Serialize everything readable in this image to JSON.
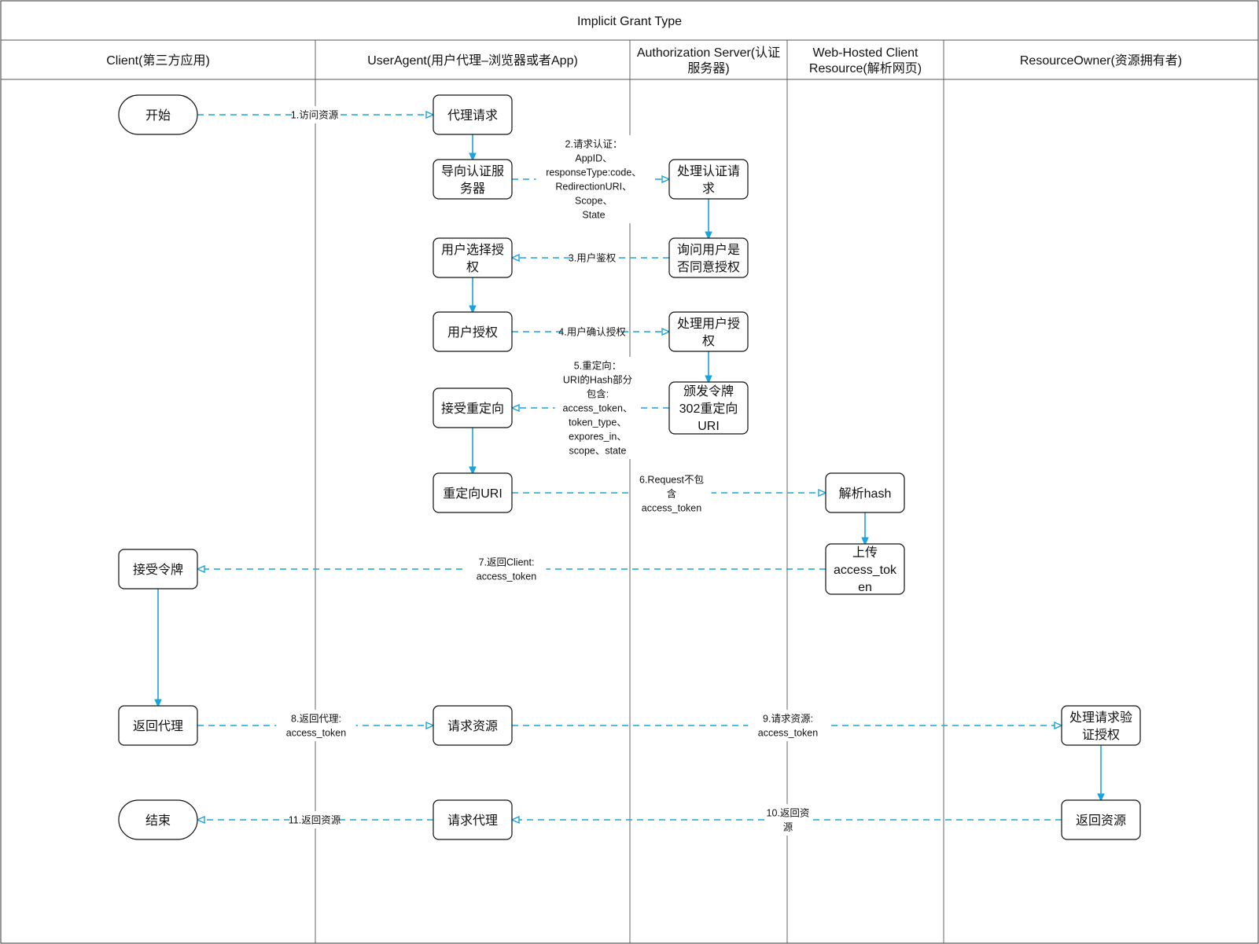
{
  "title": "Implicit Grant Type",
  "colors": {
    "edge": "#1aa3dc",
    "border": "#111111",
    "background": "#ffffff"
  },
  "lanes": [
    {
      "id": "client",
      "label": [
        "Client(第三方应用)"
      ]
    },
    {
      "id": "agent",
      "label": [
        "UserAgent(用户代理–浏览器或者App)"
      ]
    },
    {
      "id": "auth",
      "label": [
        "Authorization Server(认证",
        "服务器)"
      ]
    },
    {
      "id": "web",
      "label": [
        "Web-Hosted Client",
        "Resource(解析网页)"
      ]
    },
    {
      "id": "owner",
      "label": [
        "ResourceOwner(资源拥有者)"
      ]
    }
  ],
  "nodes": [
    {
      "id": "start",
      "lane": "client",
      "shape": "terminal",
      "lines": [
        "开始"
      ]
    },
    {
      "id": "proxy_req",
      "lane": "agent",
      "shape": "process",
      "lines": [
        "代理请求"
      ]
    },
    {
      "id": "redirect_auth",
      "lane": "agent",
      "shape": "process",
      "lines": [
        "导向认证服",
        "务器"
      ]
    },
    {
      "id": "handle_auth",
      "lane": "auth",
      "shape": "process",
      "lines": [
        "处理认证请",
        "求"
      ]
    },
    {
      "id": "user_choose",
      "lane": "agent",
      "shape": "process",
      "lines": [
        "用户选择授",
        "权"
      ]
    },
    {
      "id": "ask_user",
      "lane": "auth",
      "shape": "process",
      "lines": [
        "询问用户是",
        "否同意授权"
      ]
    },
    {
      "id": "user_grant",
      "lane": "agent",
      "shape": "process",
      "lines": [
        "用户授权"
      ]
    },
    {
      "id": "handle_grant",
      "lane": "auth",
      "shape": "process",
      "lines": [
        "处理用户授",
        "权"
      ]
    },
    {
      "id": "accept_redirect",
      "lane": "agent",
      "shape": "process",
      "lines": [
        "接受重定向"
      ]
    },
    {
      "id": "issue_token",
      "lane": "auth",
      "shape": "process",
      "lines": [
        "颁发令牌",
        "302重定向",
        "URI"
      ]
    },
    {
      "id": "redirect_uri",
      "lane": "agent",
      "shape": "process",
      "lines": [
        "重定向URI"
      ]
    },
    {
      "id": "parse_hash",
      "lane": "web",
      "shape": "process",
      "lines": [
        "解析hash"
      ]
    },
    {
      "id": "upload_token",
      "lane": "web",
      "shape": "process",
      "lines": [
        "上传",
        "access_tok",
        "en"
      ]
    },
    {
      "id": "accept_token",
      "lane": "client",
      "shape": "process",
      "lines": [
        "接受令牌"
      ]
    },
    {
      "id": "return_proxy",
      "lane": "client",
      "shape": "process",
      "lines": [
        "返回代理"
      ]
    },
    {
      "id": "request_res",
      "lane": "agent",
      "shape": "process",
      "lines": [
        "请求资源"
      ]
    },
    {
      "id": "verify",
      "lane": "owner",
      "shape": "process",
      "lines": [
        "处理请求验",
        "证授权"
      ]
    },
    {
      "id": "end",
      "lane": "client",
      "shape": "terminal",
      "lines": [
        "结束"
      ]
    },
    {
      "id": "request_proxy",
      "lane": "agent",
      "shape": "process",
      "lines": [
        "请求代理"
      ]
    },
    {
      "id": "return_res",
      "lane": "owner",
      "shape": "process",
      "lines": [
        "返回资源"
      ]
    }
  ],
  "edges": [
    {
      "from": "start",
      "to": "proxy_req",
      "style": "dashed",
      "label": [
        "1.访问资源"
      ]
    },
    {
      "from": "proxy_req",
      "to": "redirect_auth",
      "style": "solid",
      "label": []
    },
    {
      "from": "redirect_auth",
      "to": "handle_auth",
      "style": "dashed",
      "label": [
        "2.请求认证：",
        "AppID、",
        "responseType:code、",
        "RedirectionURI、",
        "Scope、",
        "State"
      ]
    },
    {
      "from": "handle_auth",
      "to": "ask_user",
      "style": "solid",
      "label": []
    },
    {
      "from": "ask_user",
      "to": "user_choose",
      "style": "dashed",
      "label": [
        "3.用户鉴权"
      ]
    },
    {
      "from": "user_choose",
      "to": "user_grant",
      "style": "solid",
      "label": []
    },
    {
      "from": "user_grant",
      "to": "handle_grant",
      "style": "dashed",
      "label": [
        "4.用户确认授权"
      ]
    },
    {
      "from": "handle_grant",
      "to": "issue_token",
      "style": "solid",
      "label": []
    },
    {
      "from": "issue_token",
      "to": "accept_redirect",
      "style": "dashed",
      "label": [
        "5.重定向：",
        "URI的Hash部分",
        "包含:",
        "access_token、",
        "token_type、",
        "expores_in、",
        "scope、state"
      ]
    },
    {
      "from": "accept_redirect",
      "to": "redirect_uri",
      "style": "solid",
      "label": []
    },
    {
      "from": "redirect_uri",
      "to": "parse_hash",
      "style": "dashed",
      "label": [
        "6.Request不包",
        "含",
        "access_token"
      ]
    },
    {
      "from": "parse_hash",
      "to": "upload_token",
      "style": "solid",
      "label": []
    },
    {
      "from": "upload_token",
      "to": "accept_token",
      "style": "dashed",
      "label": [
        "7.返回Client:",
        "access_token"
      ]
    },
    {
      "from": "accept_token",
      "to": "return_proxy",
      "style": "solid",
      "label": []
    },
    {
      "from": "return_proxy",
      "to": "request_res",
      "style": "dashed",
      "label": [
        "8.返回代理:",
        "access_token"
      ]
    },
    {
      "from": "request_res",
      "to": "verify",
      "style": "dashed",
      "label": [
        "9.请求资源:",
        "access_token"
      ]
    },
    {
      "from": "verify",
      "to": "return_res",
      "style": "solid",
      "label": []
    },
    {
      "from": "return_res",
      "to": "request_proxy",
      "style": "dashed",
      "label": [
        "10.返回资",
        "源"
      ]
    },
    {
      "from": "request_proxy",
      "to": "end",
      "style": "dashed",
      "label": [
        "11.返回资源"
      ]
    }
  ]
}
